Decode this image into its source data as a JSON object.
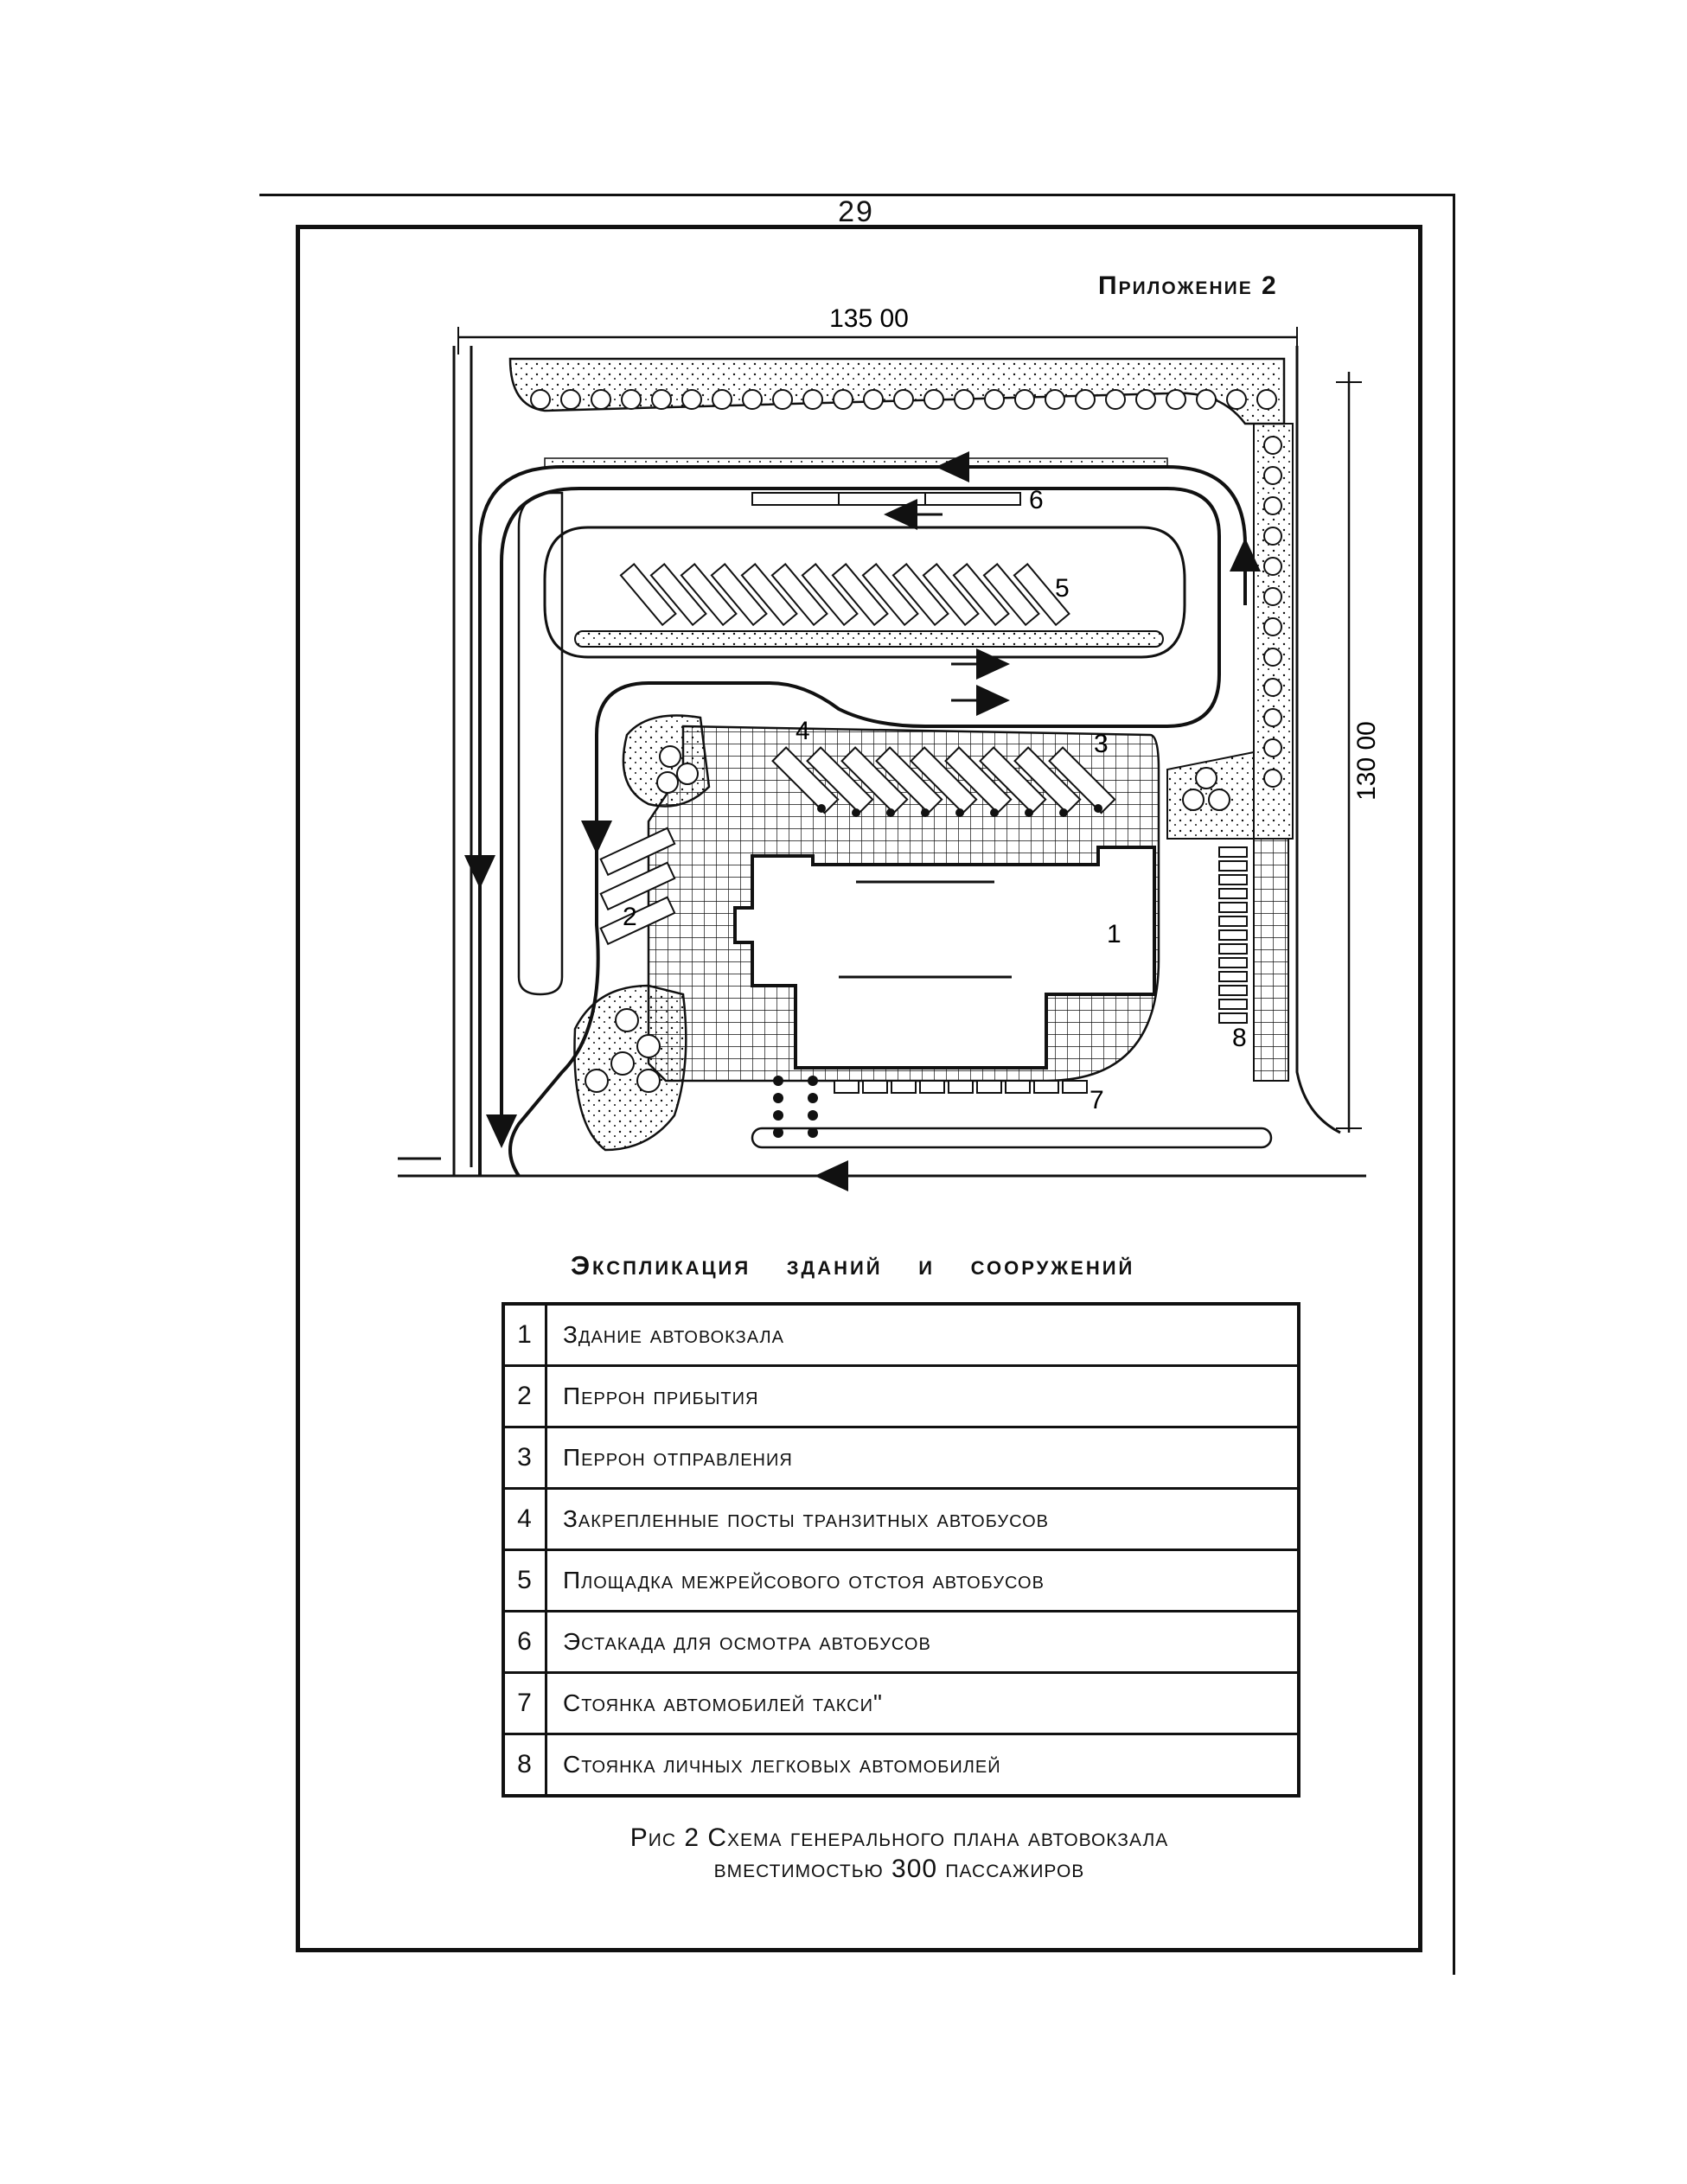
{
  "page_number": "29",
  "appendix_label": "Приложение 2",
  "plan": {
    "width_dimension": "135 00",
    "depth_dimension": "130 00",
    "markers": [
      "1",
      "2",
      "3",
      "4",
      "5",
      "6",
      "7",
      "8"
    ]
  },
  "legend": {
    "title": "Экспликация зданий и сооружений",
    "rows": [
      {
        "num": "1",
        "text": "Здание автовокзала"
      },
      {
        "num": "2",
        "text": "Перрон прибытия"
      },
      {
        "num": "3",
        "text": "Перрон отправления"
      },
      {
        "num": "4",
        "text": "Закрепленные посты транзитных автобусов"
      },
      {
        "num": "5",
        "text": "Площадка межрейсового отстоя автобусов"
      },
      {
        "num": "6",
        "text": "Эстакада для осмотра автобусов"
      },
      {
        "num": "7",
        "text": "Стоянка автомобилей такси\""
      },
      {
        "num": "8",
        "text": "Стоянка личных легковых автомобилей"
      }
    ]
  },
  "caption": {
    "line1": "Рис 2 Схема генерального плана автовокзала",
    "line2": "вместимостью 300 пассажиров"
  }
}
